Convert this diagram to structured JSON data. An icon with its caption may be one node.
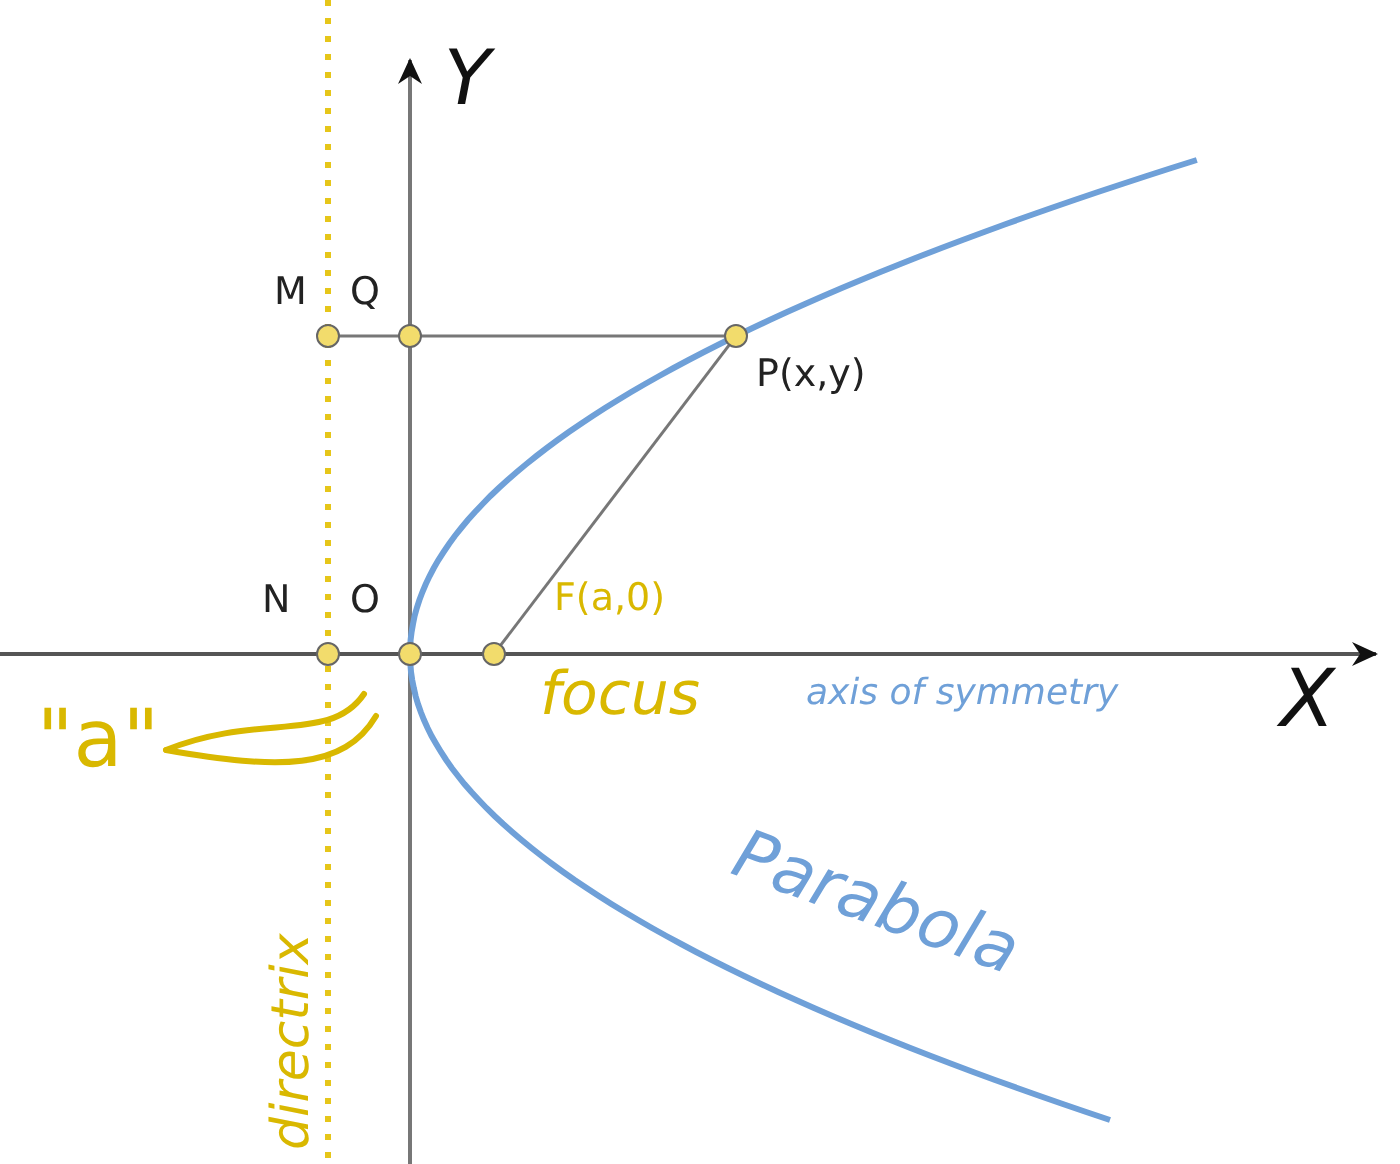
{
  "diagram": {
    "nodes": [
      {
        "text": [],
        "shape": "circle",
        "beside": [
          "M"
        ]
      },
      {
        "text": [],
        "shape": "circle",
        "beside": [
          "Q"
        ]
      },
      {
        "text": [],
        "shape": "circle",
        "beside": [
          "P(x,y)"
        ]
      },
      {
        "text": [],
        "shape": "circle",
        "beside": [
          "N"
        ]
      },
      {
        "text": [],
        "shape": "circle",
        "beside": [
          "O"
        ]
      },
      {
        "text": [],
        "shape": "circle",
        "beside": [
          "F(a,0)"
        ]
      },
      {
        "text": [
          "\"a\""
        ]
      }
    ],
    "edges": [
      {
        "from": 0,
        "to": 1,
        "arrow": "none"
      },
      {
        "from": 1,
        "to": 2,
        "arrow": "none"
      },
      {
        "from": 2,
        "to": 5,
        "arrow": "none"
      },
      {
        "from": 6,
        "to": null,
        "arrow": "none",
        "color": "#d9b800",
        "style": "thick"
      },
      {
        "from": 6,
        "to": null,
        "arrow": "none",
        "color": "#d9b800",
        "style": "thick"
      }
    ],
    "labels": [
      "Y",
      "X",
      "axis of symmetry",
      "focus",
      "Parabola",
      "directrix"
    ]
  }
}
